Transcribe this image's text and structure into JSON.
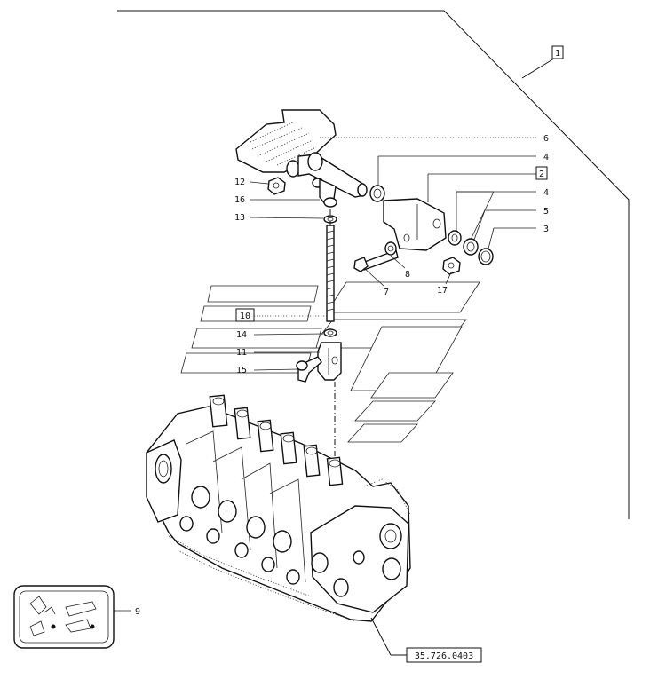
{
  "callouts": {
    "c1": "1",
    "c2": "2",
    "c3": "3",
    "c4a": "4",
    "c4b": "4",
    "c5": "5",
    "c6": "6",
    "c7": "7",
    "c8": "8",
    "c9": "9",
    "c10": "10",
    "c11": "11",
    "c12": "12",
    "c13": "13",
    "c14": "14",
    "c15": "15",
    "c16": "16",
    "c17": "17"
  },
  "reference": "35.726.0403"
}
